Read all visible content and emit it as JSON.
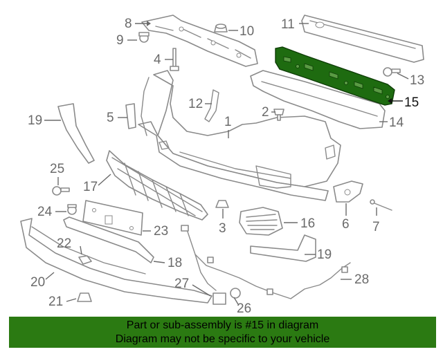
{
  "diagram": {
    "callouts": [
      {
        "id": "c1",
        "text": "1"
      },
      {
        "id": "c2",
        "text": "2"
      },
      {
        "id": "c3",
        "text": "3"
      },
      {
        "id": "c4",
        "text": "4"
      },
      {
        "id": "c5",
        "text": "5"
      },
      {
        "id": "c6",
        "text": "6"
      },
      {
        "id": "c7",
        "text": "7"
      },
      {
        "id": "c8",
        "text": "8"
      },
      {
        "id": "c9",
        "text": "9"
      },
      {
        "id": "c10",
        "text": "10"
      },
      {
        "id": "c11",
        "text": "11"
      },
      {
        "id": "c12",
        "text": "12"
      },
      {
        "id": "c13",
        "text": "13"
      },
      {
        "id": "c14",
        "text": "14"
      },
      {
        "id": "c15",
        "text": "15"
      },
      {
        "id": "c16",
        "text": "16"
      },
      {
        "id": "c17",
        "text": "17"
      },
      {
        "id": "c18",
        "text": "18"
      },
      {
        "id": "c19a",
        "text": "19"
      },
      {
        "id": "c19b",
        "text": "19"
      },
      {
        "id": "c20",
        "text": "20"
      },
      {
        "id": "c21",
        "text": "21"
      },
      {
        "id": "c22",
        "text": "22"
      },
      {
        "id": "c23",
        "text": "23"
      },
      {
        "id": "c24",
        "text": "24"
      },
      {
        "id": "c25",
        "text": "25"
      },
      {
        "id": "c26",
        "text": "26"
      },
      {
        "id": "c27",
        "text": "27"
      },
      {
        "id": "c28",
        "text": "28"
      }
    ],
    "highlighted_part": "15",
    "highlight_color": "#1e6b10",
    "line_color": "#8a8a8a"
  },
  "banner": {
    "line1": "Part or sub-assembly is #15 in diagram",
    "line2": "Diagram may not be specific to your vehicle",
    "background": "#2b7a12"
  }
}
